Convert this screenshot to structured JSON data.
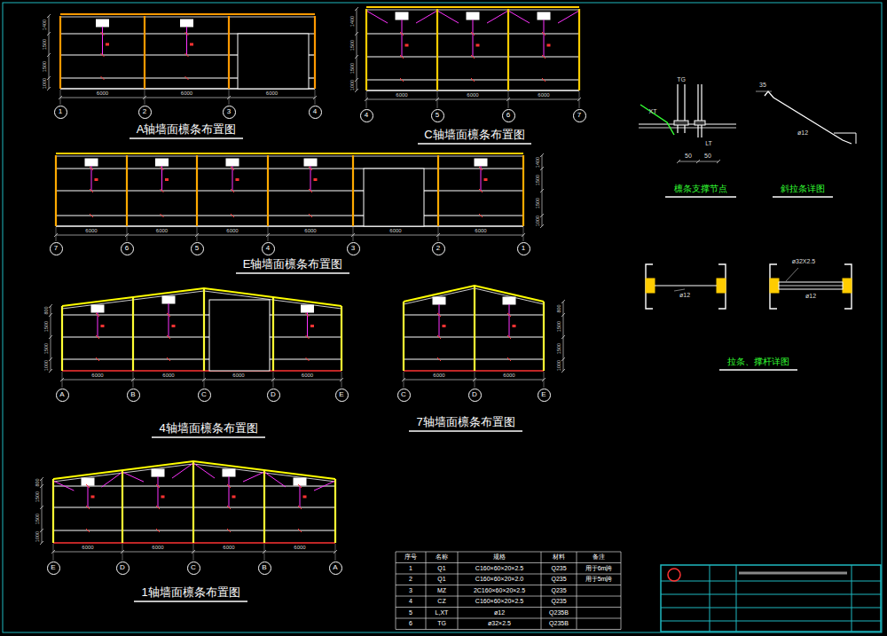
{
  "diagram": {
    "nodes": [
      {
        "text": [
          "1"
        ]
      },
      {
        "text": [
          "2"
        ]
      },
      {
        "text": [
          "3"
        ]
      },
      {
        "text": [
          "4"
        ]
      },
      {
        "text": [
          "4"
        ]
      },
      {
        "text": [
          "5"
        ]
      },
      {
        "text": [
          "6"
        ]
      },
      {
        "text": [
          "7"
        ]
      },
      {
        "text": [
          "7"
        ]
      },
      {
        "text": [
          "6"
        ]
      },
      {
        "text": [
          "5"
        ]
      },
      {
        "text": [
          "4"
        ]
      },
      {
        "text": [
          "3"
        ]
      },
      {
        "text": [
          "2"
        ]
      },
      {
        "text": [
          "1"
        ]
      },
      {
        "text": [
          "A"
        ]
      },
      {
        "text": [
          "B"
        ]
      },
      {
        "text": [
          "C"
        ]
      },
      {
        "text": [
          "D"
        ]
      },
      {
        "text": [
          "E"
        ]
      },
      {
        "text": [
          "C"
        ]
      },
      {
        "text": [
          "D"
        ]
      },
      {
        "text": [
          "E"
        ]
      },
      {
        "text": [
          "E"
        ]
      },
      {
        "text": [
          "D"
        ]
      },
      {
        "text": [
          "C"
        ]
      },
      {
        "text": [
          "B"
        ]
      },
      {
        "text": [
          "A"
        ]
      }
    ],
    "labels": [
      "A轴墙面檩条布置图",
      "C轴墙面檩条布置图",
      "E轴墙面檩条布置图",
      "4轴墙面檩条布置图",
      "7轴墙面檩条布置图",
      "1轴墙面檩条布置图",
      "檩条支撑节点",
      "斜拉条详图",
      "拉条、撑杆详图",
      "XT",
      "TG",
      "LT",
      "50",
      "50",
      "35",
      "ø12",
      "ø12",
      "ø32X2.5",
      "ø12",
      "6000",
      "6000",
      "6000",
      "6000",
      "6000",
      "6000",
      "6000",
      "6000",
      "6000",
      "6000",
      "6000",
      "6000",
      "6000",
      "6000",
      "6000",
      "6000",
      "6000",
      "6000",
      "6000",
      "6000",
      "6000",
      "6000",
      "1000",
      "1500",
      "1500",
      "1400",
      "1000",
      "1500",
      "1500",
      "1400",
      "1000",
      "1500",
      "1500",
      "1400",
      "1000",
      "1500",
      "1500",
      "800",
      "1000",
      "1500",
      "1500",
      "800",
      "1000",
      "1500",
      "1500",
      "800",
      "序号",
      "名称",
      "规格",
      "材料",
      "备注",
      "1",
      "Q1",
      "C160×60×20×2.5",
      "Q235",
      "用于6m跨",
      "2",
      "Q1",
      "C160×60×20×2.0",
      "Q235",
      "用于5m跨",
      "3",
      "MZ",
      "2C160×60×20×2.5",
      "Q235",
      "4",
      "CZ",
      "C160×60×20×2.5",
      "Q235",
      "5",
      "L,XT",
      "ø12",
      "Q235B",
      "6",
      "TG",
      "ø32×2.5",
      "Q235B"
    ]
  }
}
